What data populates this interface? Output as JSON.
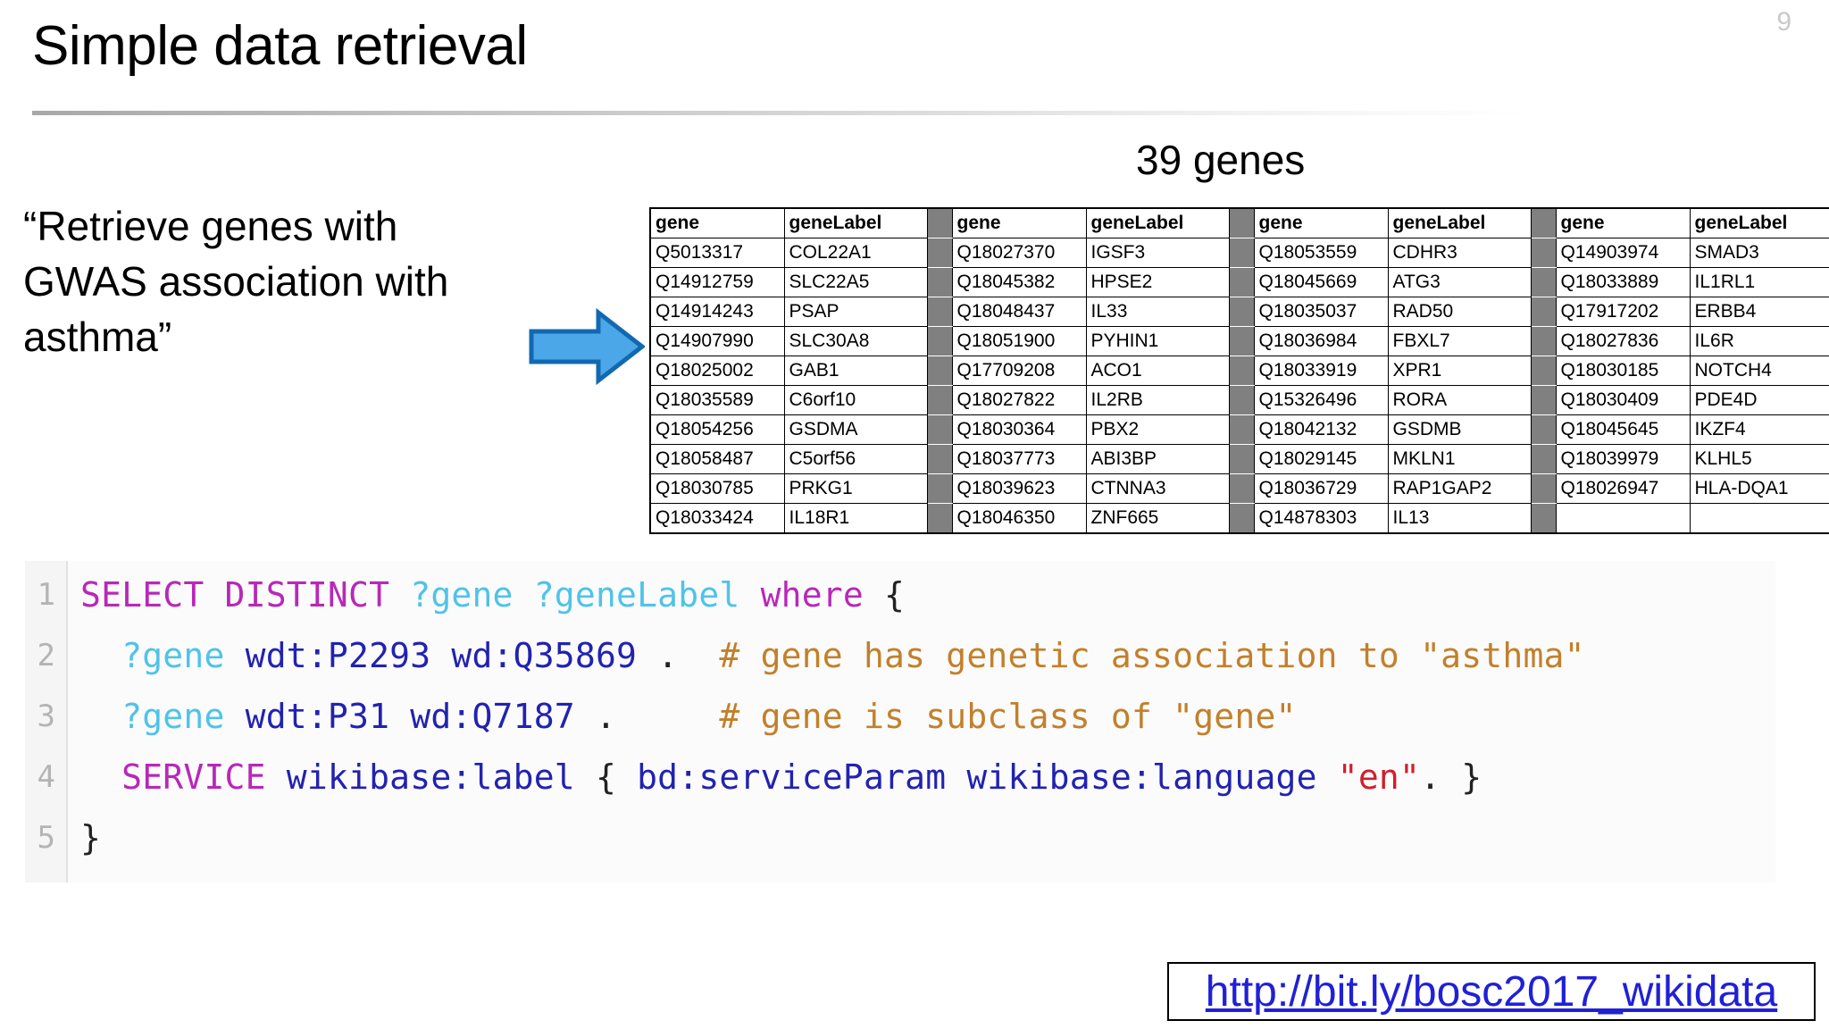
{
  "slide": {
    "number": "9",
    "title": "Simple data retrieval"
  },
  "quote": {
    "text": "“Retrieve genes with GWAS association with asthma”"
  },
  "results": {
    "count_label": "39 genes",
    "columns": [
      "gene",
      "geneLabel"
    ],
    "blocks": [
      {
        "rows": [
          [
            "Q5013317",
            "COL22A1"
          ],
          [
            "Q14912759",
            "SLC22A5"
          ],
          [
            "Q14914243",
            "PSAP"
          ],
          [
            "Q14907990",
            "SLC30A8"
          ],
          [
            "Q18025002",
            "GAB1"
          ],
          [
            "Q18035589",
            "C6orf10"
          ],
          [
            "Q18054256",
            "GSDMA"
          ],
          [
            "Q18058487",
            "C5orf56"
          ],
          [
            "Q18030785",
            "PRKG1"
          ],
          [
            "Q18033424",
            "IL18R1"
          ]
        ]
      },
      {
        "rows": [
          [
            "Q18027370",
            "IGSF3"
          ],
          [
            "Q18045382",
            "HPSE2"
          ],
          [
            "Q18048437",
            "IL33"
          ],
          [
            "Q18051900",
            "PYHIN1"
          ],
          [
            "Q17709208",
            "ACO1"
          ],
          [
            "Q18027822",
            "IL2RB"
          ],
          [
            "Q18030364",
            "PBX2"
          ],
          [
            "Q18037773",
            "ABI3BP"
          ],
          [
            "Q18039623",
            "CTNNA3"
          ],
          [
            "Q18046350",
            "ZNF665"
          ]
        ]
      },
      {
        "rows": [
          [
            "Q18053559",
            "CDHR3"
          ],
          [
            "Q18045669",
            "ATG3"
          ],
          [
            "Q18035037",
            "RAD50"
          ],
          [
            "Q18036984",
            "FBXL7"
          ],
          [
            "Q18033919",
            "XPR1"
          ],
          [
            "Q15326496",
            "RORA"
          ],
          [
            "Q18042132",
            "GSDMB"
          ],
          [
            "Q18029145",
            "MKLN1"
          ],
          [
            "Q18036729",
            "RAP1GAP2"
          ],
          [
            "Q14878303",
            "IL13"
          ]
        ]
      },
      {
        "rows": [
          [
            "Q14903974",
            "SMAD3"
          ],
          [
            "Q18033889",
            "IL1RL1"
          ],
          [
            "Q17917202",
            "ERBB4"
          ],
          [
            "Q18027836",
            "IL6R"
          ],
          [
            "Q18030185",
            "NOTCH4"
          ],
          [
            "Q18030409",
            "PDE4D"
          ],
          [
            "Q18045645",
            "IKZF4"
          ],
          [
            "Q18039979",
            "KLHL5"
          ],
          [
            "Q18026947",
            "HLA-DQA1"
          ],
          [
            "",
            ""
          ]
        ]
      }
    ]
  },
  "code": {
    "line_numbers": [
      "1",
      "2",
      "3",
      "4",
      "5"
    ],
    "lines": [
      {
        "n": "1",
        "tokens": [
          {
            "t": "SELECT DISTINCT ",
            "c": "kw"
          },
          {
            "t": "?gene ?geneLabel ",
            "c": "var"
          },
          {
            "t": "where ",
            "c": "kw"
          },
          {
            "t": "{",
            "c": "punct"
          }
        ]
      },
      {
        "n": "2",
        "tokens": [
          {
            "t": "  ",
            "c": "punct"
          },
          {
            "t": "?gene ",
            "c": "var"
          },
          {
            "t": "wdt:P2293 wd:Q35869 ",
            "c": "pfx"
          },
          {
            "t": ".  ",
            "c": "punct"
          },
          {
            "t": "# gene has genetic association to \"asthma\"",
            "c": "comment"
          }
        ]
      },
      {
        "n": "3",
        "tokens": [
          {
            "t": "  ",
            "c": "punct"
          },
          {
            "t": "?gene ",
            "c": "var"
          },
          {
            "t": "wdt:P31 wd:Q7187 ",
            "c": "pfx"
          },
          {
            "t": ".     ",
            "c": "punct"
          },
          {
            "t": "# gene is subclass of \"gene\"",
            "c": "comment"
          }
        ]
      },
      {
        "n": "4",
        "tokens": [
          {
            "t": "  ",
            "c": "punct"
          },
          {
            "t": "SERVICE ",
            "c": "kw"
          },
          {
            "t": "wikibase:label ",
            "c": "pfx"
          },
          {
            "t": "{ ",
            "c": "punct"
          },
          {
            "t": "bd:serviceParam wikibase:language ",
            "c": "pfx"
          },
          {
            "t": "\"en\"",
            "c": "str"
          },
          {
            "t": ". }",
            "c": "punct"
          }
        ]
      },
      {
        "n": "5",
        "tokens": [
          {
            "t": "}",
            "c": "punct"
          }
        ]
      }
    ]
  },
  "link": {
    "url": "http://bit.ly/bosc2017_wikidata"
  },
  "colors": {
    "arrow_fill": "#4CA7E8",
    "arrow_stroke": "#1269B0",
    "link_text": "#2020d8",
    "spacer_gray": "#808080",
    "slide_number": "#c9c9c9"
  }
}
